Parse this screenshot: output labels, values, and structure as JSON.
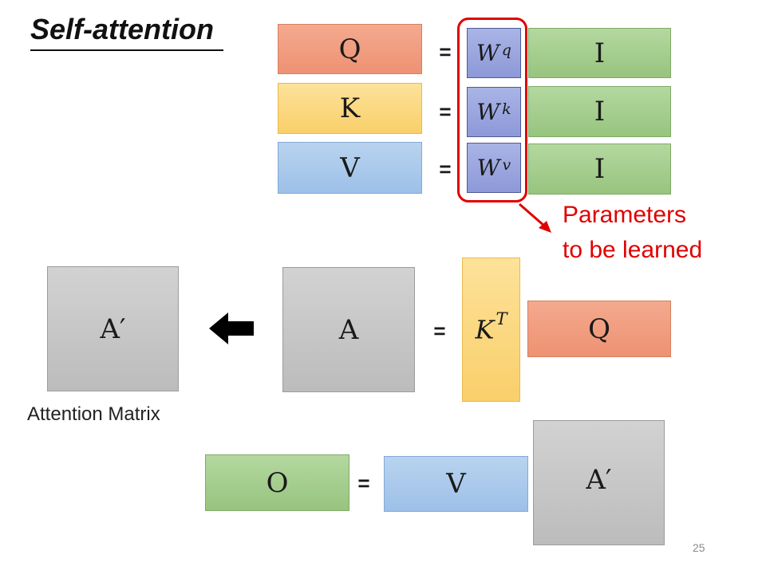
{
  "title": "Self-attention",
  "equals": "=",
  "rows": [
    {
      "lhs": "Q",
      "w_base": "W",
      "w_sup": "q",
      "rhs": "I"
    },
    {
      "lhs": "K",
      "w_base": "W",
      "w_sup": "k",
      "rhs": "I"
    },
    {
      "lhs": "V",
      "w_base": "W",
      "w_sup": "v",
      "rhs": "I"
    }
  ],
  "note": {
    "line1": "Parameters",
    "line2": "to be learned"
  },
  "attention": {
    "a_prime": "A′",
    "a": "A",
    "kt_base": "K",
    "kt_sup": "T",
    "q": "Q",
    "caption": "Attention Matrix"
  },
  "output": {
    "o": "O",
    "v": "V",
    "a_prime": "A′"
  },
  "page_number": "25",
  "colors": {
    "q": "#f09a7c",
    "k": "#fbd77c",
    "v": "#a9c8ec",
    "i": "#a5cf8e",
    "w": "#97a3de",
    "matrix": "#c6c6c6",
    "highlight": "#e00000"
  }
}
